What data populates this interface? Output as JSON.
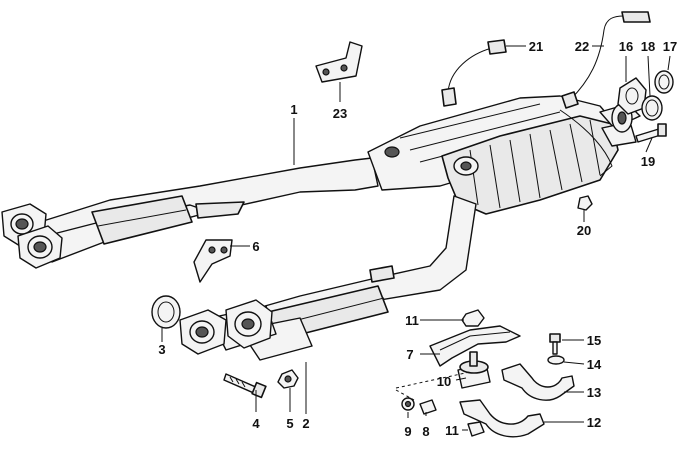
{
  "diagram": {
    "callouts": [
      {
        "id": "1",
        "label": "1"
      },
      {
        "id": "2",
        "label": "2"
      },
      {
        "id": "3",
        "label": "3"
      },
      {
        "id": "4",
        "label": "4"
      },
      {
        "id": "5",
        "label": "5"
      },
      {
        "id": "6",
        "label": "6"
      },
      {
        "id": "7",
        "label": "7"
      },
      {
        "id": "8",
        "label": "8"
      },
      {
        "id": "9",
        "label": "9"
      },
      {
        "id": "10",
        "label": "10"
      },
      {
        "id": "11a",
        "label": "11"
      },
      {
        "id": "11b",
        "label": "11"
      },
      {
        "id": "12",
        "label": "12"
      },
      {
        "id": "13",
        "label": "13"
      },
      {
        "id": "14",
        "label": "14"
      },
      {
        "id": "15",
        "label": "15"
      },
      {
        "id": "16",
        "label": "16"
      },
      {
        "id": "17",
        "label": "17"
      },
      {
        "id": "18",
        "label": "18"
      },
      {
        "id": "19",
        "label": "19"
      },
      {
        "id": "20",
        "label": "20"
      },
      {
        "id": "21",
        "label": "21"
      },
      {
        "id": "22",
        "label": "22"
      },
      {
        "id": "23",
        "label": "23"
      }
    ]
  }
}
